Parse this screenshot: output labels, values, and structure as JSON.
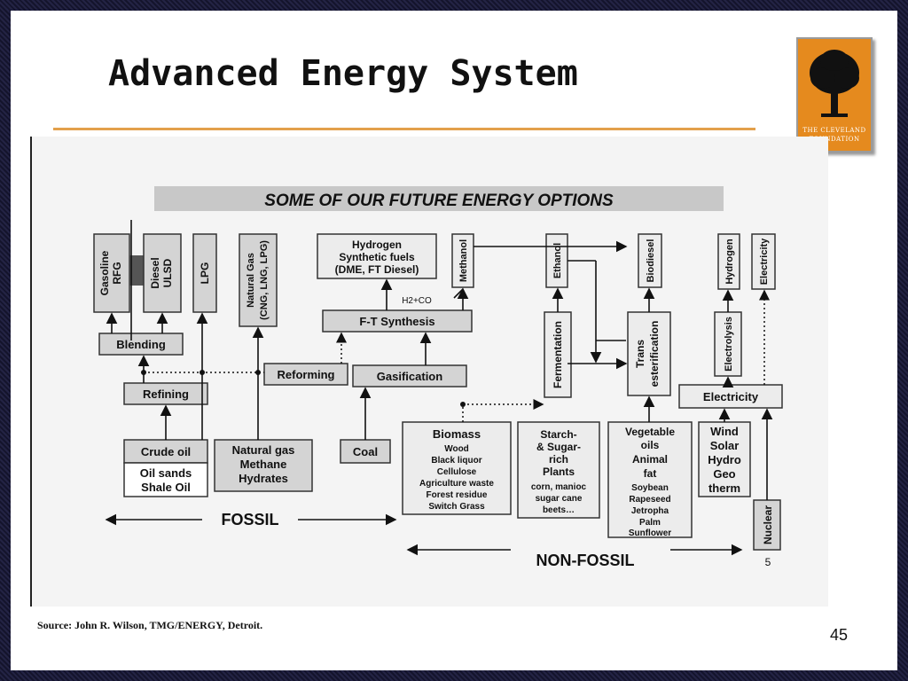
{
  "slide": {
    "title": "Advanced Energy System",
    "source": "Source: John R. Wilson, TMG/ENERGY, Detroit.",
    "page_number": "45",
    "logo_text": [
      "THE CLEVELAND",
      "FOUNDATION"
    ]
  },
  "diagram": {
    "banner": "SOME OF OUR FUTURE ENERGY OPTIONS",
    "fuels_top": {
      "gasoline": [
        "Gasoline",
        "RFG"
      ],
      "diesel": [
        "Diesel",
        "ULSD"
      ],
      "lpg": [
        "LPG"
      ],
      "natural_gas": [
        "Natural Gas",
        "(CNG, LNG, LPG)"
      ],
      "hydrogen_synfuels": [
        "Hydrogen",
        "Synthetic fuels",
        "(DME, FT Diesel)"
      ],
      "methanol": [
        "Methanol"
      ],
      "ethanol": [
        "Ethanol"
      ],
      "biodiesel": [
        "Biodiesel"
      ],
      "hydrogen": [
        "Hydrogen"
      ],
      "electricity_top": [
        "Electricity"
      ]
    },
    "processes": {
      "blending": "Blending",
      "refining": "Refining",
      "reforming": "Reforming",
      "gasification": "Gasification",
      "ft_synthesis": "F-T Synthesis",
      "h2co": "H2+CO",
      "fermentation": "Fermentation",
      "transesterification": [
        "Trans",
        "esterification"
      ],
      "electrolysis": "Electrolysis",
      "electricity": "Electricity"
    },
    "sources": {
      "crude": "Crude oil",
      "oilsands": [
        "Oil sands",
        "Shale Oil"
      ],
      "natgas": [
        "Natural gas",
        "Methane",
        "Hydrates"
      ],
      "coal": "Coal",
      "biomass_title": "Biomass",
      "biomass_items": [
        "Wood",
        "Black liquor",
        "Cellulose",
        "Agriculture waste",
        "Forest residue",
        "Switch Grass"
      ],
      "starch": [
        "Starch-",
        "& Sugar-",
        "rich",
        "Plants"
      ],
      "starch_items": [
        "corn, manioc",
        "sugar cane",
        "beets…"
      ],
      "vegoils": [
        "Vegetable",
        "oils",
        "Animal",
        "fat"
      ],
      "vegoils_items": [
        "Soybean",
        "Rapeseed",
        "Jetropha",
        "Palm",
        "Sunflower"
      ],
      "renewables": [
        "Wind",
        "Solar",
        "Hydro",
        "Geo",
        "therm"
      ],
      "nuclear": "Nuclear"
    },
    "legend": {
      "fossil": "FOSSIL",
      "nonfossil": "NON-FOSSIL",
      "inner_page": "5"
    }
  },
  "colors": {
    "title_rule": "#e3a04b",
    "logo_bg": "#e58a1e",
    "box_gray": "#d4d4d4",
    "box_light": "#ececec",
    "banner_gray": "#c8c8c8"
  }
}
